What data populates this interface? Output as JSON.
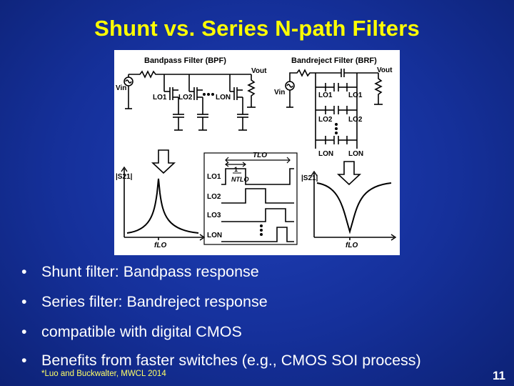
{
  "title": "Shunt vs. Series N-path Filters",
  "figure": {
    "bpf_title": "Bandpass Filter (BPF)",
    "brf_title": "Bandreject Filter (BRF)",
    "vin": "Vin",
    "vout": "Vout",
    "lo1": "LO1",
    "lo2": "LO2",
    "lon": "LON",
    "lo3": "LO3",
    "s21": "|S21|",
    "tlo": "TLO",
    "one": "1",
    "ntlo": "NTLO",
    "flo": "fLO"
  },
  "bullets": [
    "Shunt filter: Bandpass response",
    "Series filter: Bandreject response",
    "compatible with digital CMOS",
    "Benefits from faster switches (e.g., CMOS SOI process)"
  ],
  "citation": "*Luo and Buckwalter, MWCL 2014",
  "page_number": "11",
  "colors": {
    "title": "#ffff00",
    "background": "#15309a",
    "text": "#ffffff"
  }
}
